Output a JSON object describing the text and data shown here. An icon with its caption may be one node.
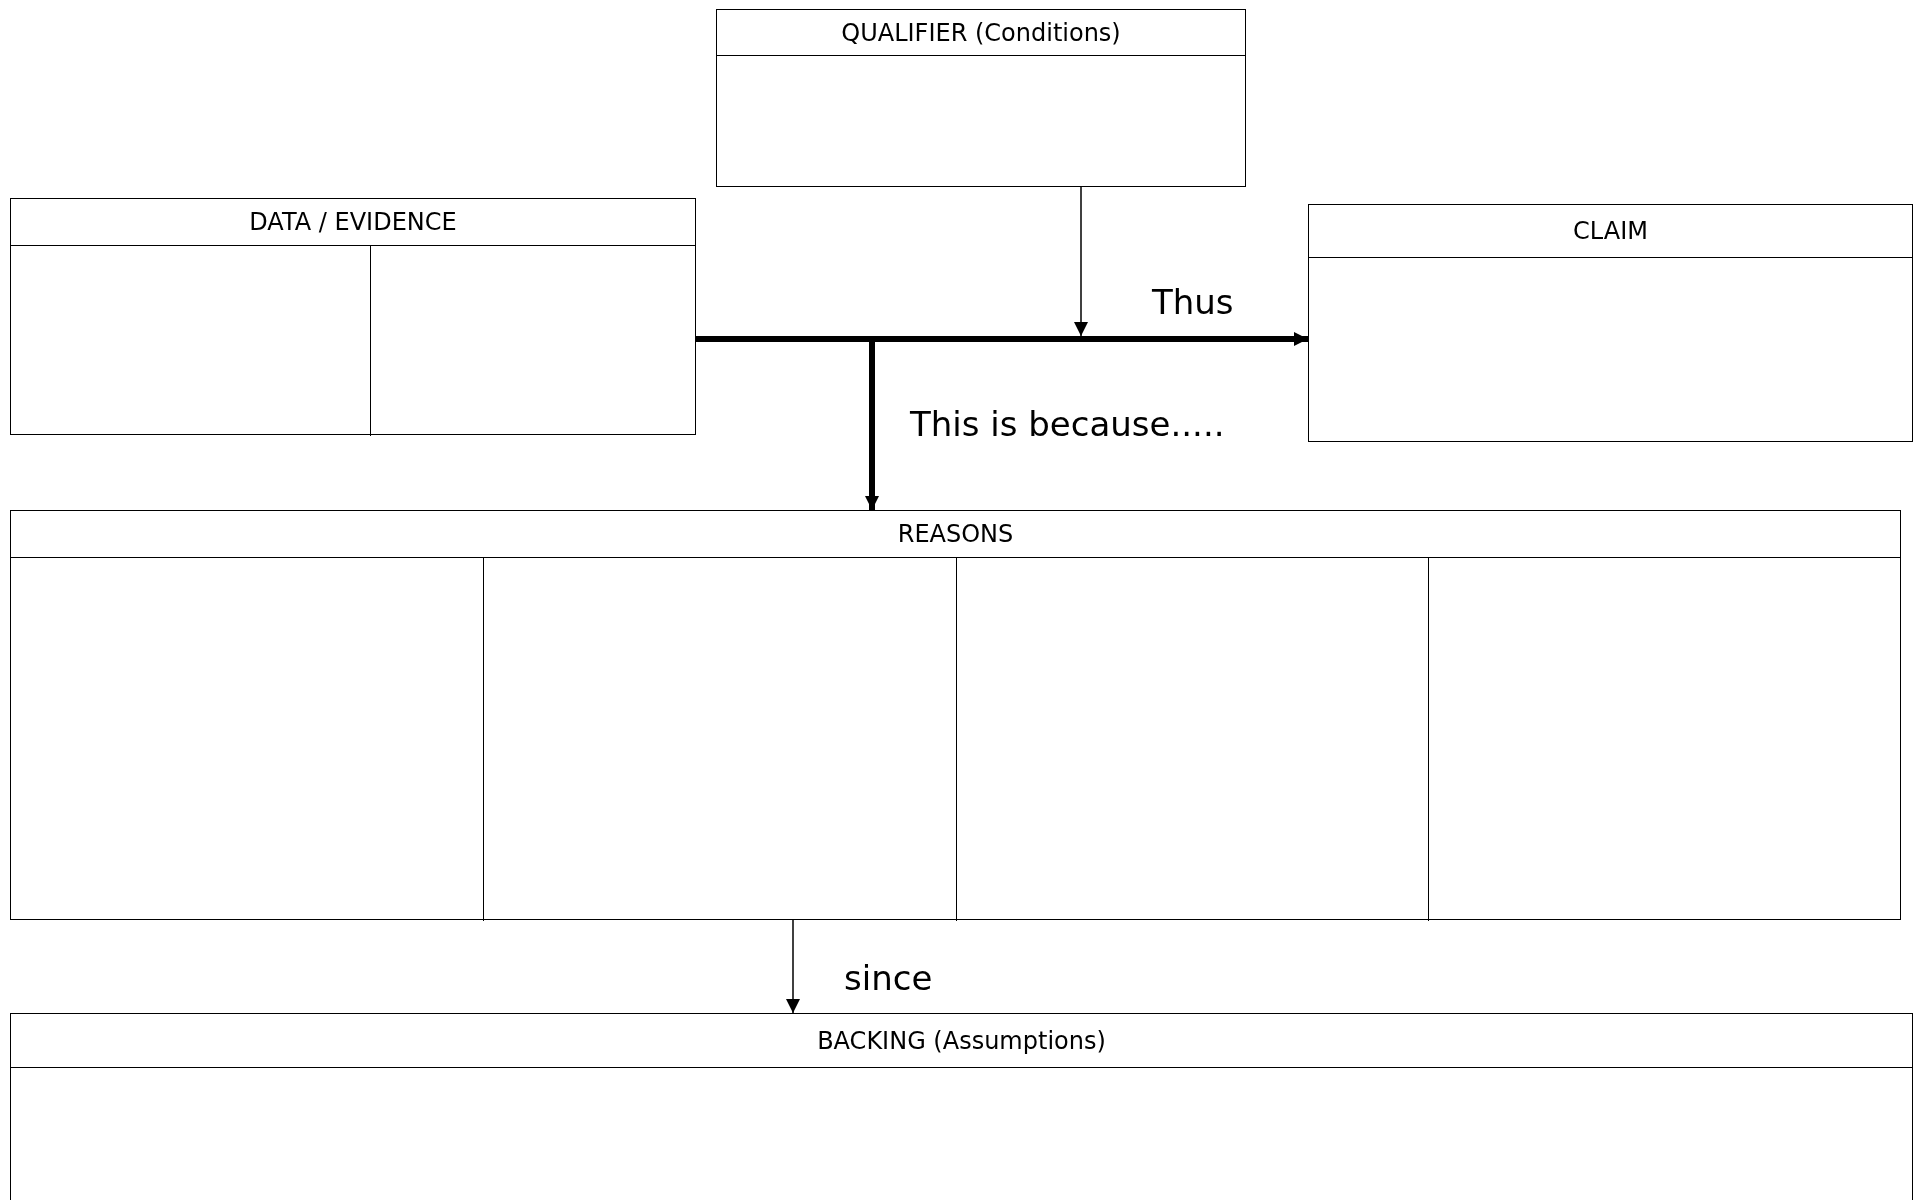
{
  "diagram": {
    "nodes": [
      {
        "text": [
          "QUALIFIER (Conditions)"
        ]
      },
      {
        "text": [
          "DATA / EVIDENCE"
        ]
      },
      {
        "text": [
          "CLAIM"
        ]
      },
      {
        "text": [
          "REASONS"
        ]
      },
      {
        "text": [
          "BACKING (Assumptions)"
        ]
      }
    ],
    "edges": [
      {
        "from": 1,
        "to": 2,
        "arrow": "to",
        "label": "Thus",
        "style": "thick"
      },
      {
        "from": 0,
        "to": null,
        "arrow": "to"
      },
      {
        "from": 1,
        "to": 3,
        "arrow": "to",
        "label": "This is because.....",
        "style": "thick"
      },
      {
        "from": 3,
        "to": 4,
        "arrow": "to",
        "label": "since"
      }
    ]
  }
}
